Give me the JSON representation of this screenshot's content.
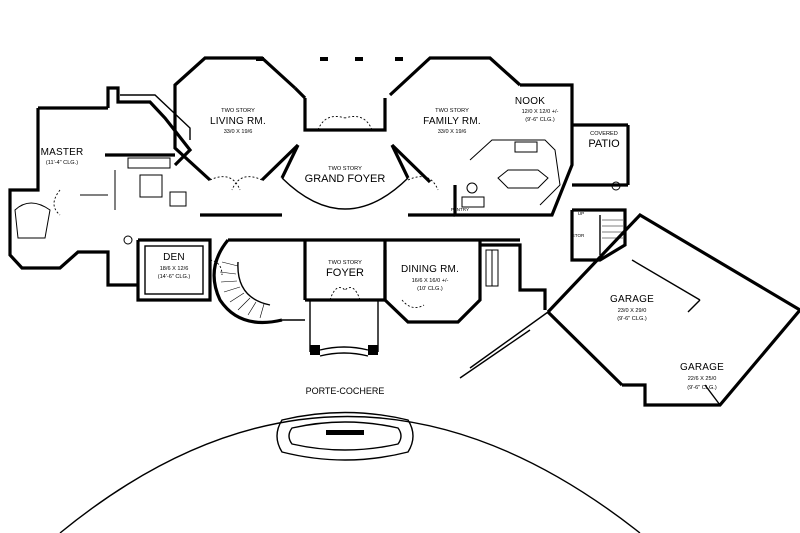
{
  "rooms": {
    "living": {
      "story": "TWO STORY",
      "name": "LIVING RM.",
      "dims": "33/0 X 19/6"
    },
    "family": {
      "story": "TWO STORY",
      "name": "FAMILY RM.",
      "dims": "33/0 X 19/6"
    },
    "grand_foyer": {
      "story": "TWO STORY",
      "name": "GRAND FOYER"
    },
    "foyer": {
      "story": "TWO STORY",
      "name": "FOYER"
    },
    "master": {
      "name": "MASTER",
      "clg": "(11'-4\" CLG.)"
    },
    "nook": {
      "name": "NOOK",
      "dims": "12/0 X 12/0 +/-",
      "clg": "(9'-6\" CLG.)"
    },
    "patio": {
      "top": "COVERED",
      "name": "PATIO"
    },
    "den": {
      "name": "DEN",
      "dims": "18/6 X 12/6",
      "clg": "(14'-6\" CLG.)"
    },
    "dining": {
      "name": "DINING RM.",
      "dims": "16/6 X 16/0 +/-",
      "clg": "(10' CLG.)"
    },
    "garage1": {
      "name": "GARAGE",
      "dims": "23/0 X 29/0",
      "clg": "(9'-6\" CLG.)"
    },
    "garage2": {
      "name": "GARAGE",
      "dims": "22/6 X 25/0",
      "clg": "(9'-6\" CLG.)"
    },
    "pantry": {
      "name": "PANTRY"
    },
    "stor": {
      "name": "STOR"
    },
    "up": {
      "name": "UP"
    },
    "porte": {
      "name": "PORTE-COCHERE"
    }
  }
}
